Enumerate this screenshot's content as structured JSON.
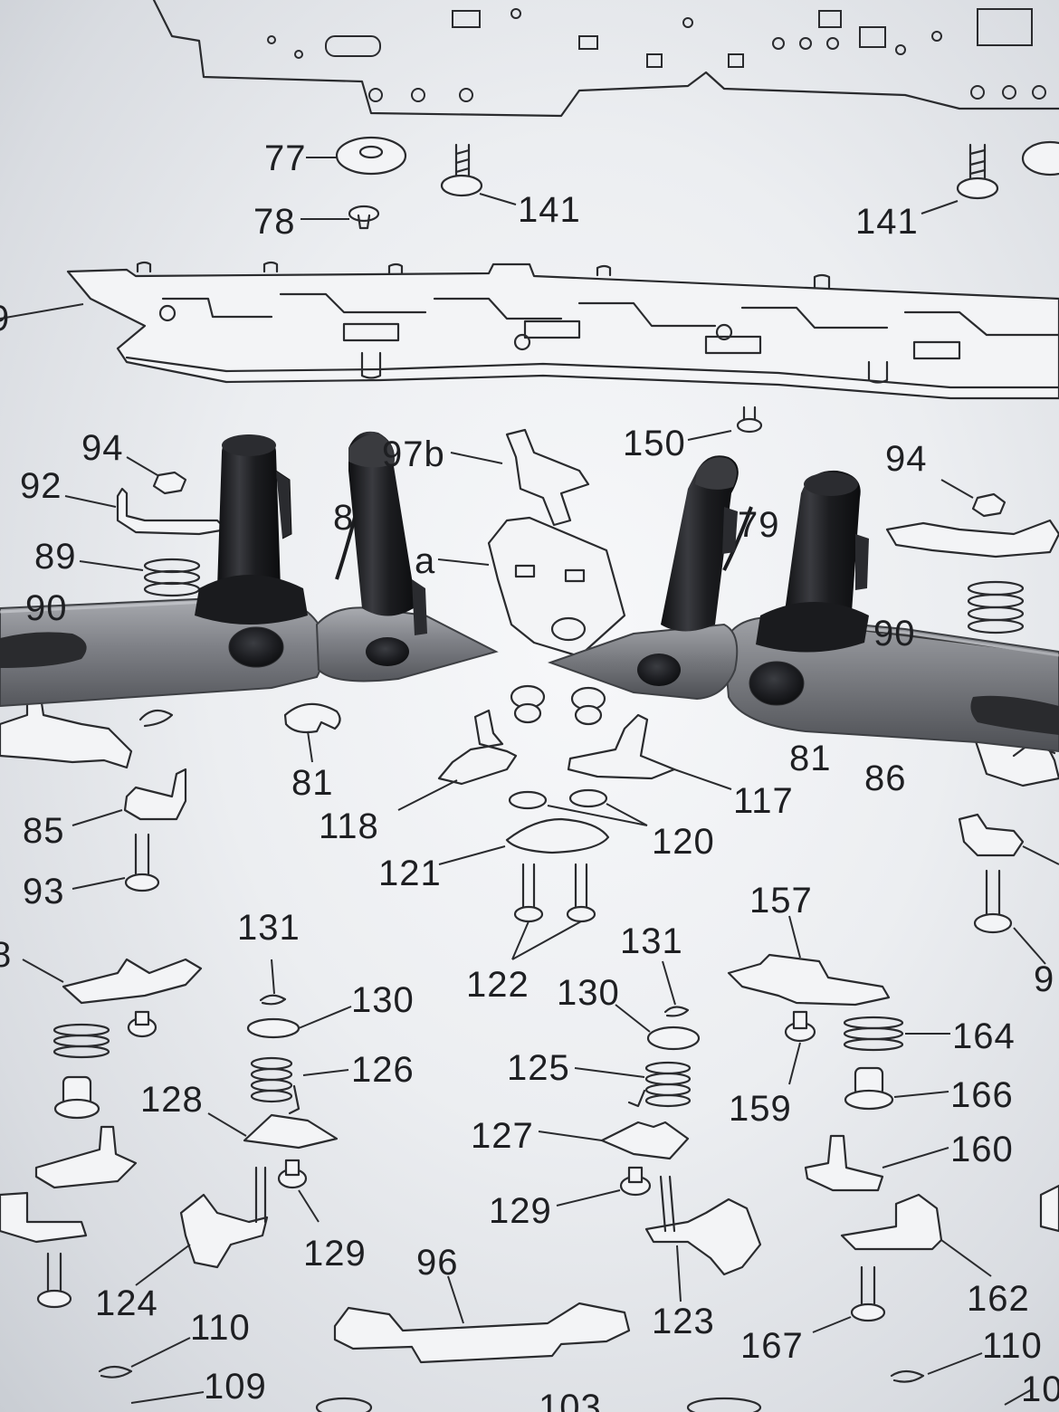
{
  "labels": {
    "l77": "77",
    "l78": "78",
    "l141a": "141",
    "l141b": "141",
    "l94a": "94",
    "l94b": "94",
    "l92": "92",
    "l89": "89",
    "l90a": "90",
    "l90b": "90",
    "l8": "8",
    "l97b": "97b",
    "la": "a",
    "l150": "150",
    "l79": "79",
    "l81a": "81",
    "l81b": "81",
    "l86": "86",
    "l85": "85",
    "l93": "93",
    "l118": "118",
    "l117": "117",
    "l120": "120",
    "l121": "121",
    "l122": "122",
    "l157": "157",
    "l131a": "131",
    "l131b": "131",
    "l130a": "130",
    "l130b": "130",
    "l126": "126",
    "l125": "125",
    "l128": "128",
    "l127": "127",
    "l164": "164",
    "l166": "166",
    "l159": "159",
    "l160": "160",
    "l129a": "129",
    "l129b": "129",
    "l162": "162",
    "l124": "124",
    "l96": "96",
    "l123": "123",
    "l167": "167",
    "l110a": "110",
    "l110b": "110",
    "l109": "109",
    "l103": "103",
    "l8b": "8",
    "l9a": "9",
    "l10": "10"
  },
  "colors": {
    "ink": "#2a2b2e",
    "paper": "#f3f4f6",
    "metal": "#8f9196",
    "plastic": "#1b1c1f"
  }
}
